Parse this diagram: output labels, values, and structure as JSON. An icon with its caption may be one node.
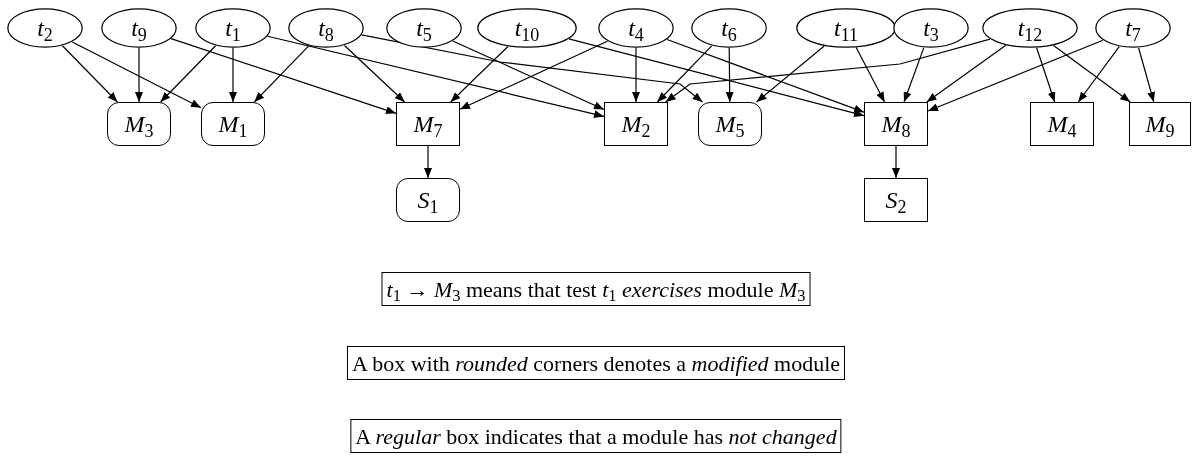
{
  "diagram": {
    "nodes": [
      {
        "text": [
          "*t*$_{2}$"
        ]
      },
      {
        "text": [
          "*t*$_{9}$"
        ]
      },
      {
        "text": [
          "*t*$_{1}$"
        ]
      },
      {
        "text": [
          "*t*$_{8}$"
        ]
      },
      {
        "text": [
          "*t*$_{5}$"
        ]
      },
      {
        "text": [
          "*t*$_{10}$"
        ]
      },
      {
        "text": [
          "*t*$_{4}$"
        ]
      },
      {
        "text": [
          "*t*$_{6}$"
        ]
      },
      {
        "text": [
          "*t*$_{11}$"
        ]
      },
      {
        "text": [
          "*t*$_{3}$"
        ]
      },
      {
        "text": [
          "*t*$_{12}$"
        ]
      },
      {
        "text": [
          "*t*$_{7}$"
        ]
      },
      {
        "text": [
          "*M*$_{3}$"
        ]
      },
      {
        "text": [
          "*M*$_{1}$"
        ]
      },
      {
        "text": [
          "*M*$_{7}$"
        ]
      },
      {
        "text": [
          "*M*$_{2}$"
        ]
      },
      {
        "text": [
          "*M*$_{5}$"
        ]
      },
      {
        "text": [
          "*M*$_{8}$"
        ]
      },
      {
        "text": [
          "*M*$_{4}$"
        ]
      },
      {
        "text": [
          "*M*$_{9}$"
        ]
      },
      {
        "text": [
          "*S*$_{1}$"
        ]
      },
      {
        "text": [
          "*S*$_{2}$"
        ]
      },
      {
        "text": [
          "*t*$_{1}$ → *M*$_{3}$ means that test *t*$_{1}$ *exercises* module *M*$_{3}$"
        ]
      },
      {
        "text": [
          "A box with *rounded* corners denotes a *modified* module"
        ]
      },
      {
        "text": [
          "A *regular* box indicates that a module has *not changed*"
        ]
      }
    ],
    "edges": [
      {
        "from": 0,
        "to": 12,
        "arrow": "to"
      },
      {
        "from": 0,
        "to": 13,
        "arrow": "to"
      },
      {
        "from": 1,
        "to": 12,
        "arrow": "to"
      },
      {
        "from": 1,
        "to": 14,
        "arrow": "to"
      },
      {
        "from": 2,
        "to": 12,
        "arrow": "to"
      },
      {
        "from": 2,
        "to": 13,
        "arrow": "to"
      },
      {
        "from": 2,
        "to": 15,
        "arrow": "to"
      },
      {
        "from": 3,
        "to": 13,
        "arrow": "to"
      },
      {
        "from": 3,
        "to": 14,
        "arrow": "to"
      },
      {
        "from": 3,
        "to": 16,
        "arrow": "to"
      },
      {
        "from": 4,
        "to": 15,
        "arrow": "to"
      },
      {
        "from": 5,
        "to": 14,
        "arrow": "to"
      },
      {
        "from": 5,
        "to": 17,
        "arrow": "to"
      },
      {
        "from": 6,
        "to": 14,
        "arrow": "to"
      },
      {
        "from": 6,
        "to": 15,
        "arrow": "to"
      },
      {
        "from": 6,
        "to": 17,
        "arrow": "to"
      },
      {
        "from": 7,
        "to": 15,
        "arrow": "to"
      },
      {
        "from": 7,
        "to": 16,
        "arrow": "to"
      },
      {
        "from": 8,
        "to": 16,
        "arrow": "to"
      },
      {
        "from": 8,
        "to": 17,
        "arrow": "to"
      },
      {
        "from": 9,
        "to": 17,
        "arrow": "to"
      },
      {
        "from": 10,
        "to": 15,
        "arrow": "to"
      },
      {
        "from": 10,
        "to": 17,
        "arrow": "to"
      },
      {
        "from": 10,
        "to": 18,
        "arrow": "to"
      },
      {
        "from": 10,
        "to": 19,
        "arrow": "to"
      },
      {
        "from": 11,
        "to": 17,
        "arrow": "to"
      },
      {
        "from": 11,
        "to": 18,
        "arrow": "to"
      },
      {
        "from": 11,
        "to": 19,
        "arrow": "to"
      },
      {
        "from": 14,
        "to": 20,
        "arrow": "to"
      },
      {
        "from": 17,
        "to": 21,
        "arrow": "to"
      }
    ]
  }
}
